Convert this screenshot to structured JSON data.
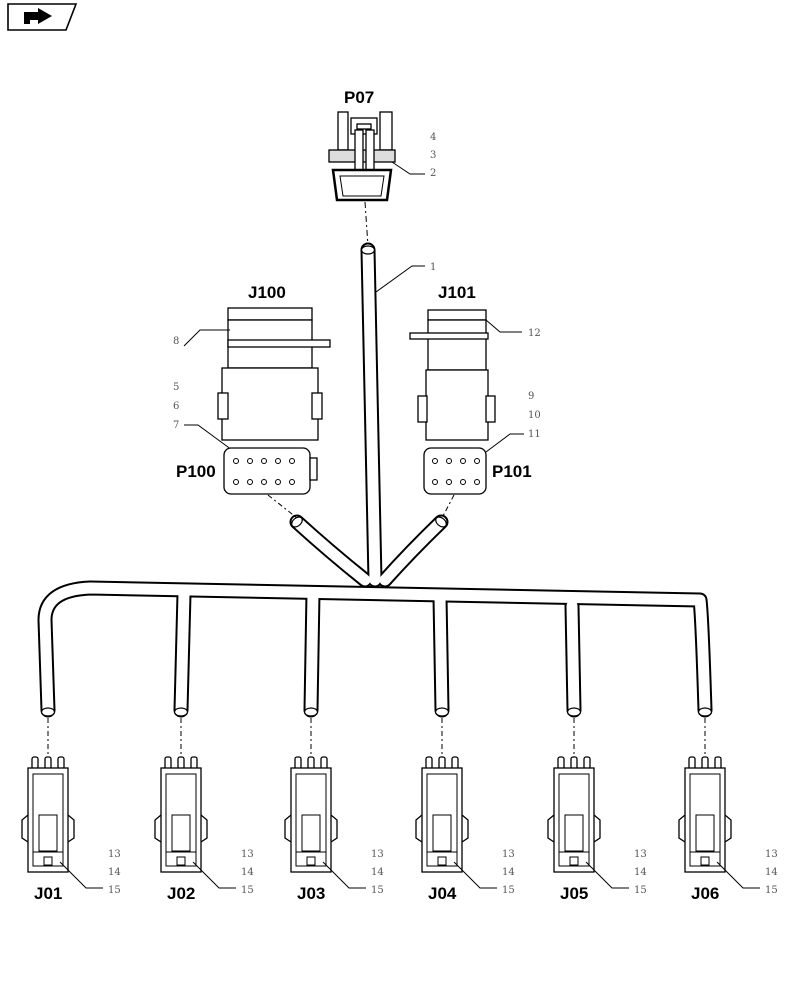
{
  "nav": {
    "icon": "next-page-icon"
  },
  "labels": {
    "p07": "P07",
    "j100": "J100",
    "j101": "J101",
    "p100": "P100",
    "p101": "P101"
  },
  "callouts": {
    "c1": "1",
    "c2": "2",
    "c3": "3",
    "c4": "4",
    "c5": "5",
    "c6": "6",
    "c7": "7",
    "c8": "8",
    "c9": "9",
    "c10": "10",
    "c11": "11",
    "c12": "12"
  },
  "connectors": [
    {
      "label": "J01",
      "callouts": [
        "13",
        "14",
        "15"
      ]
    },
    {
      "label": "J02",
      "callouts": [
        "13",
        "14",
        "15"
      ]
    },
    {
      "label": "J03",
      "callouts": [
        "13",
        "14",
        "15"
      ]
    },
    {
      "label": "J04",
      "callouts": [
        "13",
        "14",
        "15"
      ]
    },
    {
      "label": "J05",
      "callouts": [
        "13",
        "14",
        "15"
      ]
    },
    {
      "label": "J06",
      "callouts": [
        "13",
        "14",
        "15"
      ]
    }
  ]
}
